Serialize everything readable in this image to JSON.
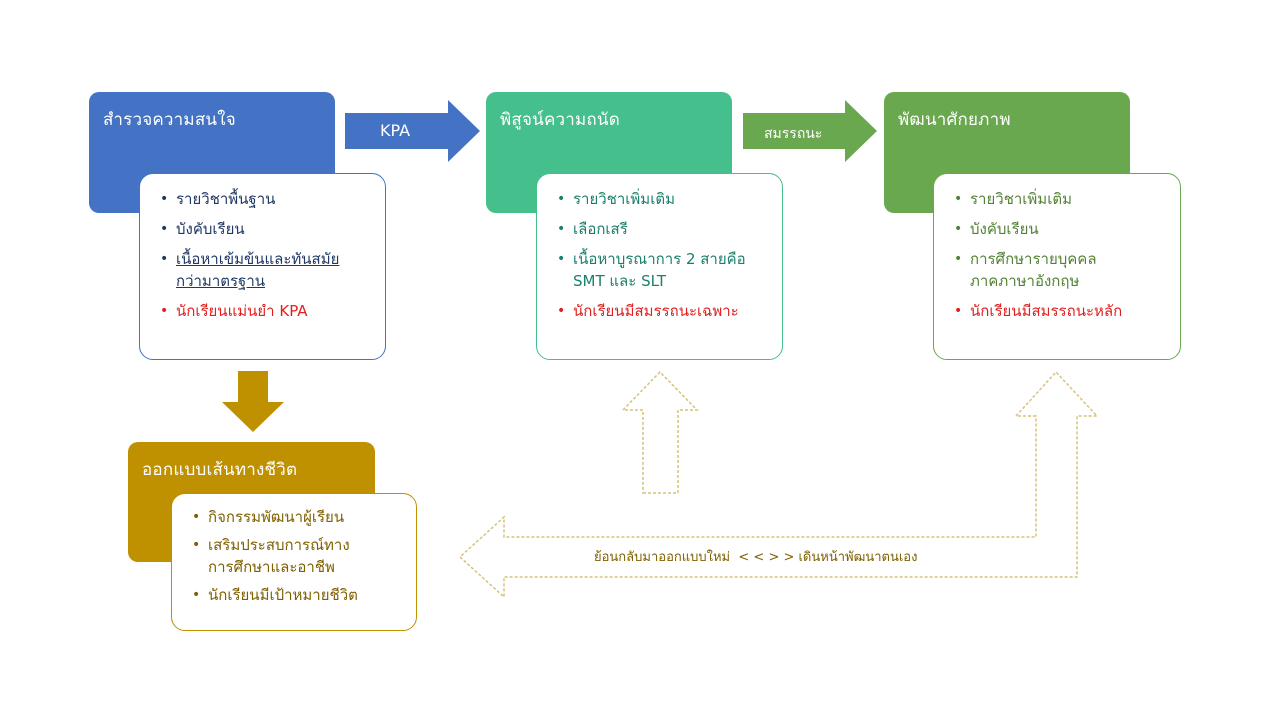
{
  "colors": {
    "blue": "#4472c4",
    "teal": "#45bf8b",
    "green": "#6aa84f",
    "gold": "#bf9000",
    "blue_text": "#1f3864",
    "teal_text": "#1a7f6b",
    "green_text": "#548235",
    "gold_text": "#7f6000",
    "red": "#e02020"
  },
  "boxes": {
    "survey": {
      "title": "สำรวจความสนใจ",
      "items": [
        {
          "line1": "รายวิชาพื้นฐาน"
        },
        {
          "line1": "บังคับเรียน"
        },
        {
          "line1": "เนื้อหาเข้มข้นและทันสมัย",
          "line2": "กว่ามาตรฐาน"
        },
        {
          "line1": "นักเรียนแม่นยำ KPA"
        }
      ]
    },
    "prove": {
      "title": "พิสูจน์ความถนัด",
      "items": [
        {
          "line1": "รายวิชาเพิ่มเติม"
        },
        {
          "line1": "เลือกเสรี"
        },
        {
          "line1": "เนื้อหาบูรณาการ 2 สายคือ",
          "line2": "SMT และ SLT"
        },
        {
          "line1": "นักเรียนมีสมรรถนะเฉพาะ"
        }
      ]
    },
    "develop": {
      "title": "พัฒนาศักยภาพ",
      "items": [
        {
          "line1": "รายวิชาเพิ่มเติม"
        },
        {
          "line1": "บังคับเรียน"
        },
        {
          "line1": "การศึกษารายบุคคล",
          "line2": "ภาคภาษาอังกฤษ"
        },
        {
          "line1": "นักเรียนมีสมรรถนะหลัก"
        }
      ]
    },
    "design": {
      "title": "ออกแบบเส้นทางชีวิต",
      "items": [
        {
          "line1": "กิจกรรมพัฒนาผู้เรียน"
        },
        {
          "line1": "เสริมประสบการณ์ทาง",
          "line2": "การศึกษาและอาชีพ"
        },
        {
          "line1": "นักเรียนมีเป้าหมายชีวิต"
        }
      ]
    }
  },
  "arrows": {
    "kpa": "KPA",
    "competency": "สมรรถนะ",
    "return": "ย้อนกลับมาออกแบบใหม่  < < > > เดินหน้าพัฒนาตนเอง"
  }
}
